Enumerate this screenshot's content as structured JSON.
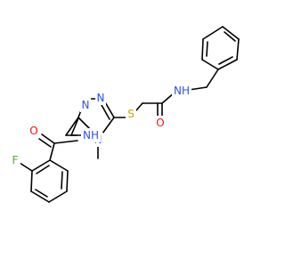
{
  "molecule": {
    "colors": {
      "bond": "#000000",
      "nitrogen": "#3050F8",
      "oxygen": "#FF0D0D",
      "sulfur": "#C8A800",
      "fluorine": "#55AA33",
      "background": "#ffffff"
    },
    "atom_labels": {
      "nh_benzyl": "NH",
      "o_benzyl_amide": "O",
      "s_thioether": "S",
      "n_triazole_1": "N",
      "n_triazole_2": "N",
      "n_triazole_4": "N",
      "nh_benzamide": "NH",
      "o_benzamide": "O",
      "f_aryl": "F"
    }
  }
}
